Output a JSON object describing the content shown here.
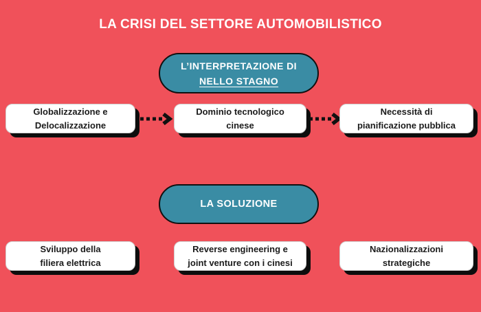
{
  "title": "LA CRISI DEL SETTORE AUTOMOBILISTICO",
  "interpretation": {
    "pill_line1": "L’INTERPRETAZIONE DI",
    "pill_line2": "NELLO STAGNO",
    "boxes": [
      {
        "line1": "Globalizzazione e",
        "line2": "Delocalizzazione"
      },
      {
        "line1": "Dominio tecnologico",
        "line2": "cinese"
      },
      {
        "line1": "Necessità di",
        "line2": "pianificazione pubblica"
      }
    ]
  },
  "solution": {
    "pill_label": "LA SOLUZIONE",
    "boxes": [
      {
        "line1": "Sviluppo della",
        "line2": "filiera elettrica"
      },
      {
        "line1": "Reverse engineering e",
        "line2": "joint venture con i cinesi"
      },
      {
        "line1": "Nazionalizzazioni",
        "line2": "strategiche"
      }
    ]
  },
  "colors": {
    "background": "#F0515A",
    "pill_fill": "#3A8CA4",
    "pill_border": "#101010",
    "card_fill": "#FFFFFF",
    "card_text": "#1B1B1B",
    "card_shadow": "#0D0D0D",
    "title_text": "#FFFFFF",
    "arrow": "#111111"
  }
}
